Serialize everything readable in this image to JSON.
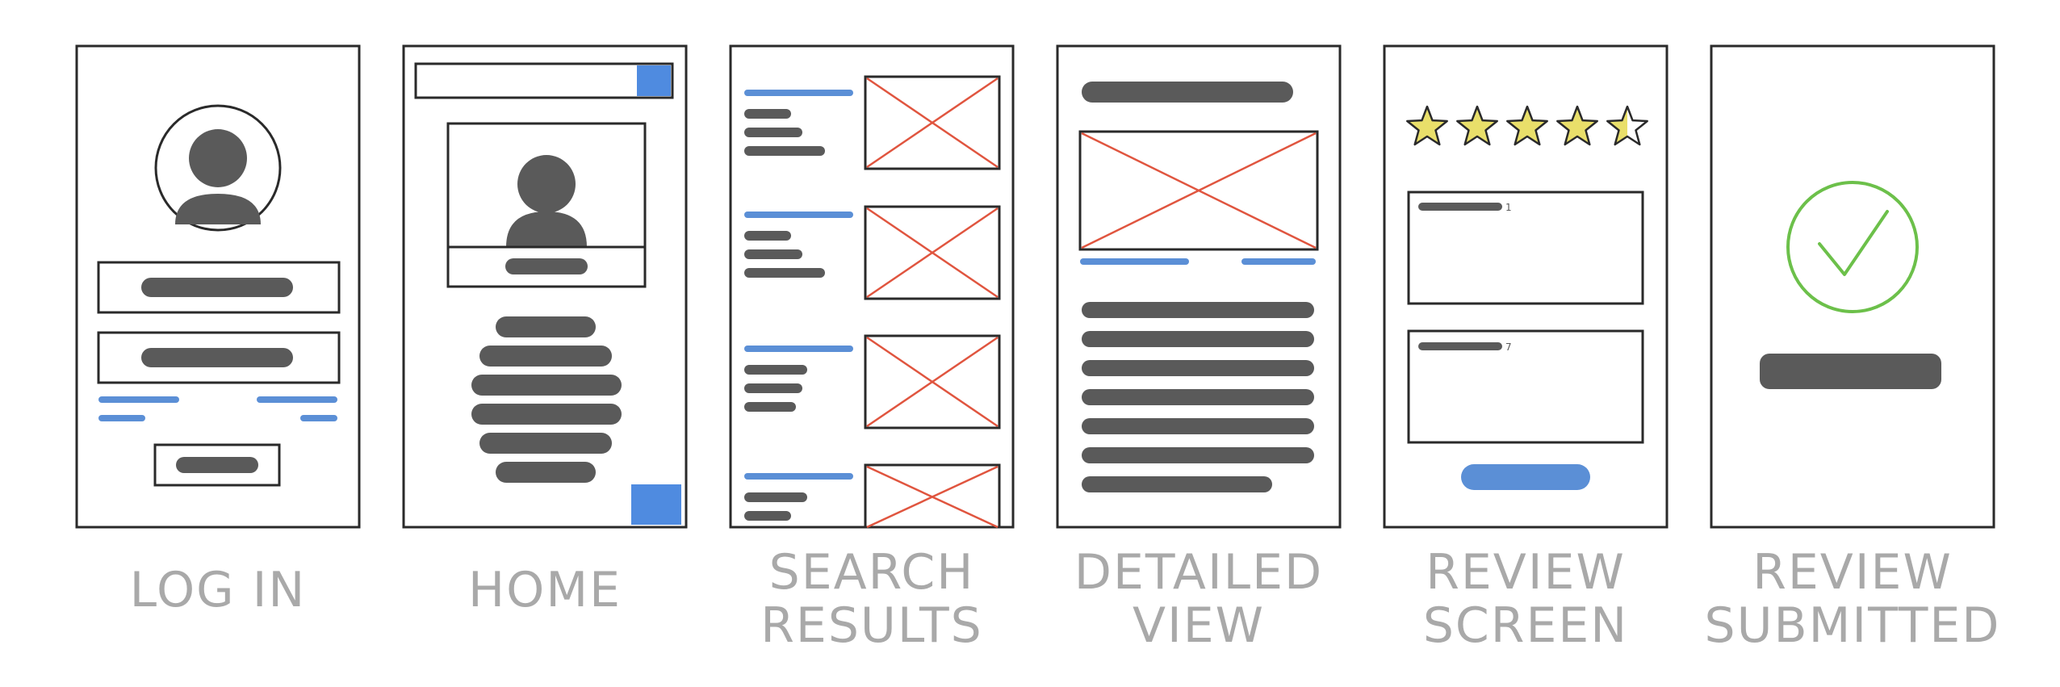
{
  "colors": {
    "frame_stroke": "#2a2a2a",
    "dark_bar": "#5a5a5a",
    "blue_link": "#5b8fd6",
    "blue_fill": "#4f8be0",
    "placeholder_x": "#e0553f",
    "star_fill": "#e9df6a",
    "check_green": "#6cc04a",
    "label_gray": "#a9a9a9"
  },
  "icons": {
    "avatar": "user-avatar-icon",
    "image_placeholder": "image-placeholder-icon",
    "star": "star-icon",
    "check": "check-circle-icon"
  },
  "rating": {
    "value": 4.5,
    "max": 5
  },
  "review_fields": [
    {
      "marker": "1"
    },
    {
      "marker": "7"
    }
  ],
  "screens": [
    {
      "id": "login",
      "label_lines": [
        "LOG IN"
      ]
    },
    {
      "id": "home",
      "label_lines": [
        "HOME"
      ]
    },
    {
      "id": "search",
      "label_lines": [
        "SEARCH",
        "RESULTS"
      ]
    },
    {
      "id": "detail",
      "label_lines": [
        "DETAILED",
        "VIEW"
      ]
    },
    {
      "id": "review",
      "label_lines": [
        "REVIEW",
        "SCREEN"
      ]
    },
    {
      "id": "submitted",
      "label_lines": [
        "REVIEW",
        "SUBMITTED"
      ]
    }
  ]
}
